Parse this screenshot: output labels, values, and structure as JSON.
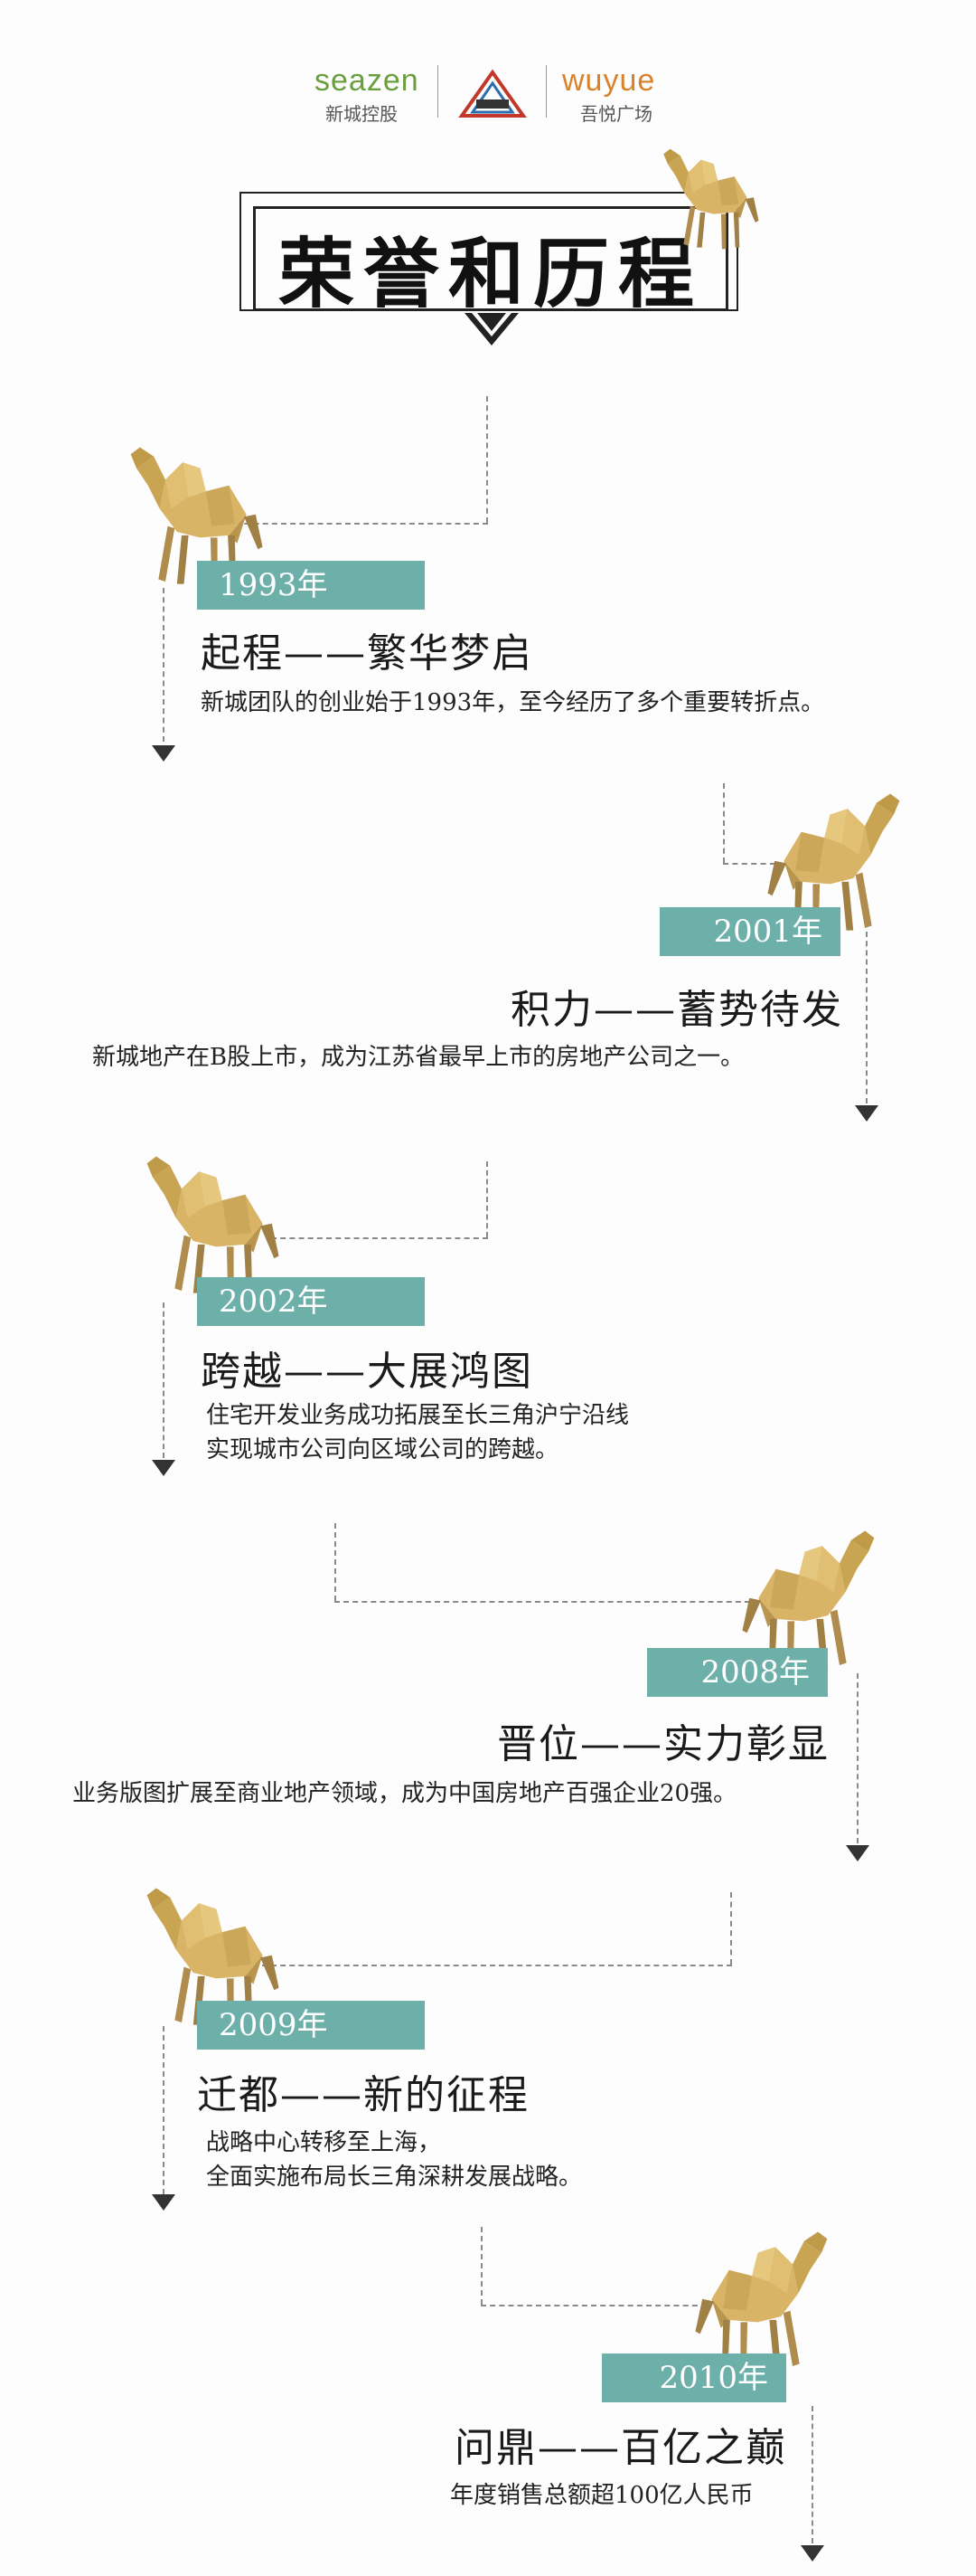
{
  "colors": {
    "accent": "#6db0a9",
    "camel": "#d9b466",
    "line": "#8a8a8a"
  },
  "logos": {
    "seazen_en": "seazen",
    "seazen_cn": "新城控股",
    "wuyue_en": "wuyue",
    "wuyue_cn": "吾悦广场"
  },
  "title": "荣誉和历程",
  "milestones": [
    {
      "year": "1993年",
      "heading": "起程——繁华梦启",
      "desc": [
        "新城团队的创业始于1993年，至今经历了多个重要转折点。"
      ]
    },
    {
      "year": "2001年",
      "heading": "积力——蓄势待发",
      "desc": [
        "新城地产在B股上市，成为江苏省最早上市的房地产公司之一。"
      ]
    },
    {
      "year": "2002年",
      "heading": "跨越——大展鸿图",
      "desc": [
        "住宅开发业务成功拓展至长三角沪宁沿线",
        "实现城市公司向区域公司的跨越。"
      ]
    },
    {
      "year": "2008年",
      "heading": "晋位——实力彰显",
      "desc": [
        "业务版图扩展至商业地产领域，成为中国房地产百强企业20强。"
      ]
    },
    {
      "year": "2009年",
      "heading": "迁都——新的征程",
      "desc": [
        "战略中心转移至上海，",
        "全面实施布局长三角深耕发展战略。"
      ]
    },
    {
      "year": "2010年",
      "heading": "问鼎——百亿之巅",
      "desc": [
        "年度销售总额超100亿人民币"
      ]
    }
  ]
}
